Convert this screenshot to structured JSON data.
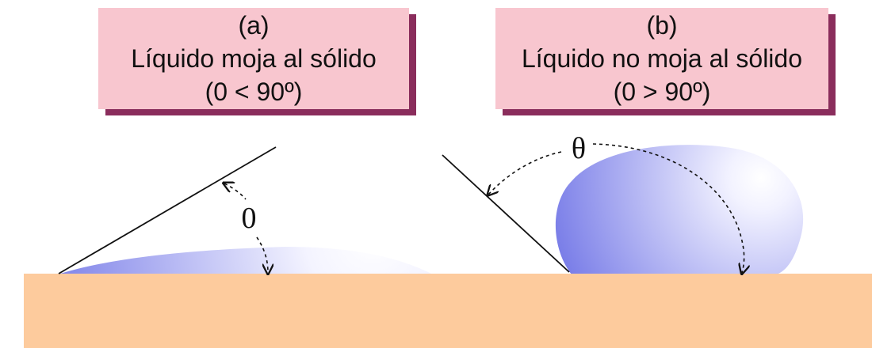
{
  "panels": {
    "a": {
      "letter": "(a)",
      "title": "Líquido moja al sólido",
      "condition": "(0 < 90º)",
      "angle_symbol": "0"
    },
    "b": {
      "letter": "(b)",
      "title": "Líquido no moja al sólido",
      "condition": "(0 > 90º)",
      "angle_symbol": "θ"
    }
  },
  "colors": {
    "label_fill": "#f8c6cf",
    "label_shadow": "#8a2d5c",
    "solid": "#fdcb9d",
    "drop_dark": "#7a7ee8",
    "drop_light": "#ffffff",
    "line": "#111111"
  }
}
